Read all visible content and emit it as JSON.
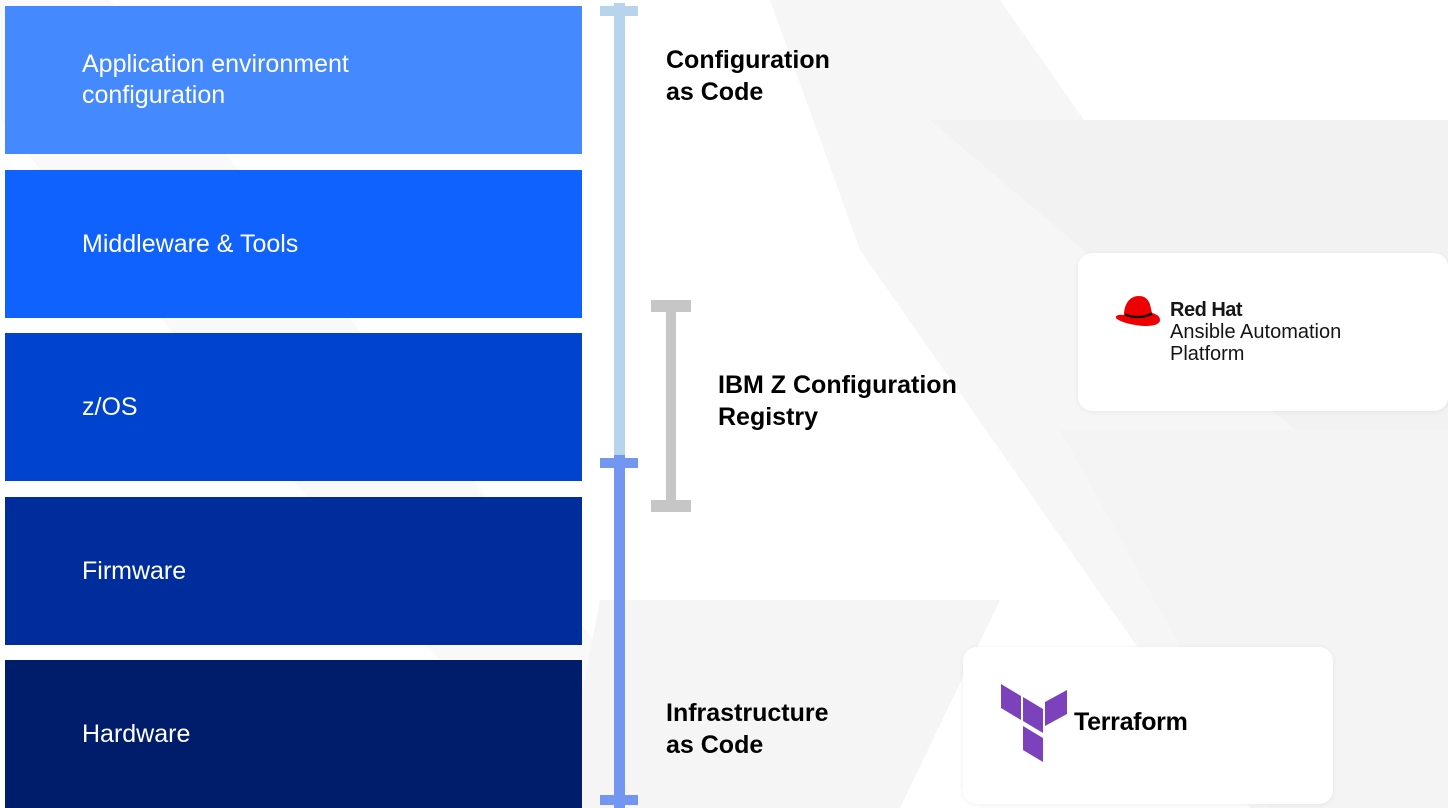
{
  "layers": [
    {
      "label": "Application environment\nconfiguration",
      "color": "#4589ff"
    },
    {
      "label": "Middleware & Tools",
      "color": "#0f62fe"
    },
    {
      "label": "z/OS",
      "color": "#0043ce"
    },
    {
      "label": "Firmware",
      "color": "#002d9c"
    },
    {
      "label": "Hardware",
      "color": "#001d6c"
    }
  ],
  "brackets": {
    "configuration_as_code": {
      "label": "Configuration\nas Code",
      "color": "#b8d3ec"
    },
    "ibm_z_configuration_registry": {
      "label": "IBM Z Configuration\nRegistry",
      "color": "#c6c6c6"
    },
    "infrastructure_as_code": {
      "label": "Infrastructure\nas Code",
      "color": "#7396f0"
    }
  },
  "tools": {
    "ansible": {
      "brand": "Red Hat",
      "product": "Ansible Automation\nPlatform",
      "logo_color": "#ee0000"
    },
    "terraform": {
      "name": "Terraform",
      "logo_color": "#7b42bc"
    }
  }
}
